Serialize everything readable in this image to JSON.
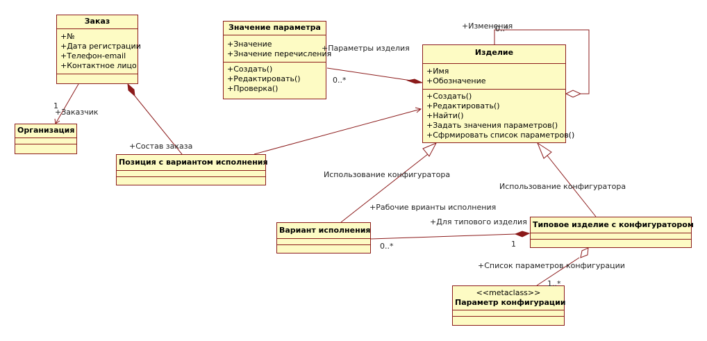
{
  "classes": {
    "zakaz": {
      "title": "Заказ",
      "attributes": [
        "+№",
        "+Дата регистрации",
        "+Телефон-email",
        "+Контактное лицо"
      ]
    },
    "organizaciya": {
      "title": "Организация"
    },
    "znachenie": {
      "title": "Значение параметра",
      "attributes": [
        "+Значение",
        "+Значение перечисления"
      ],
      "operations": [
        "+Создать()",
        "+Редактировать()",
        "+Проверка()"
      ]
    },
    "izdelie": {
      "title": "Изделие",
      "attributes": [
        "+Имя",
        "+Обозначение"
      ],
      "operations": [
        "+Создать()",
        "+Редактировать()",
        "+Найти()",
        "+Задать значения параметров()",
        "+Сфрмировать список параметров()"
      ]
    },
    "poziciya": {
      "title": "Позиция с вариантом исполнения"
    },
    "variant": {
      "title": "Вариант исполнения"
    },
    "tipovoe": {
      "title": "Типовое изделие с конфигуратором"
    },
    "parametr": {
      "title": "Параметр конфигурации",
      "stereotype": "<<metaclass>>"
    }
  },
  "labels": {
    "zakazchik_mult": "1",
    "zakazchik_role": "+Заказчик",
    "sostav_zakaza": "+Состав заказа",
    "parametry_izdeliya": "+Параметры изделия",
    "parametry_mult": "0..*",
    "izmeneniya": "+Изменения",
    "izmeneniya_mult": "0..*",
    "ispolzovanie_1": "Использование конфигуратора",
    "ispolzovanie_2": "Использование конфигуратора",
    "rabochie_varianty": "+Рабочие врианты исполнения",
    "dlya_tipovogo": "+Для типового изделия",
    "dlya_tipovogo_mult": "1",
    "variant_mult": "0..*",
    "spisok_parametrov": "+Список параметров конфигурации",
    "spisok_mult": "1..*"
  },
  "colors": {
    "class_fill": "#fdfbc4",
    "border": "#8b1a1a",
    "line": "#8b1a1a"
  }
}
